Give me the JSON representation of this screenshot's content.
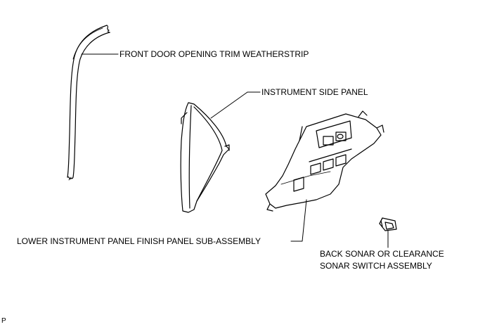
{
  "labels": {
    "weatherstrip": "FRONT DOOR OPENING TRIM WEATHERSTRIP",
    "side_panel": "INSTRUMENT SIDE PANEL",
    "finish_panel": "LOWER INSTRUMENT PANEL FINISH PANEL SUB-ASSEMBLY",
    "sonar_line1": "BACK SONAR OR CLEARANCE",
    "sonar_line2": "SONAR SWITCH ASSEMBLY"
  },
  "figure_code": "P"
}
